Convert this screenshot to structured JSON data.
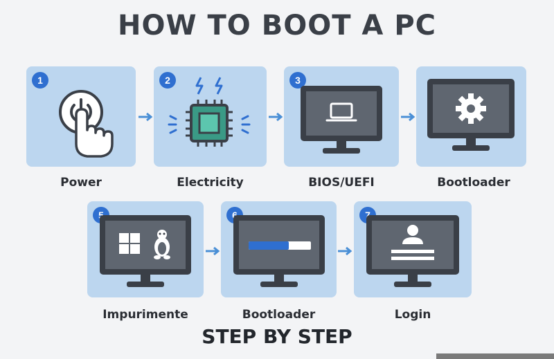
{
  "title": "HOW TO BOOT A PC",
  "subtitle": "STEP BY STEP",
  "steps": [
    {
      "number": "1",
      "label": "Power",
      "icon": "power-button-icon"
    },
    {
      "number": "2",
      "label": "Electricity",
      "icon": "chip-icon"
    },
    {
      "number": "3",
      "label": "BIOS/UEFI",
      "icon": "monitor-laptop-icon"
    },
    {
      "number": "",
      "label": "Bootloader",
      "icon": "monitor-gear-icon"
    },
    {
      "number": "5",
      "label": "Impurimente",
      "icon": "monitor-os-icon"
    },
    {
      "number": "6",
      "label": "Bootloader",
      "icon": "monitor-progress-icon"
    },
    {
      "number": "7",
      "label": "Login",
      "icon": "monitor-user-icon"
    }
  ],
  "colors": {
    "card": "#bcd6ef",
    "badge": "#2f6fd0",
    "arrow": "#4a8fd6",
    "monitor": "#3a3f47",
    "chip": "#3a9a86"
  }
}
